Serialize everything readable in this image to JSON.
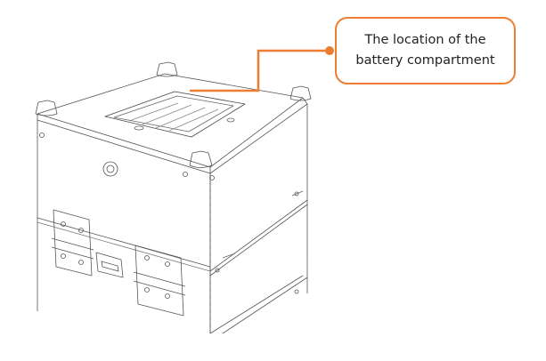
{
  "callout": {
    "line1": "The location of the",
    "line2": "battery compartment",
    "accent_color": "#ED7D31"
  },
  "illustration": {
    "subject": "enclosure-box-with-hinges",
    "icons": [
      "battery-compartment",
      "hinge",
      "latch",
      "rubber-foot",
      "screw"
    ]
  }
}
